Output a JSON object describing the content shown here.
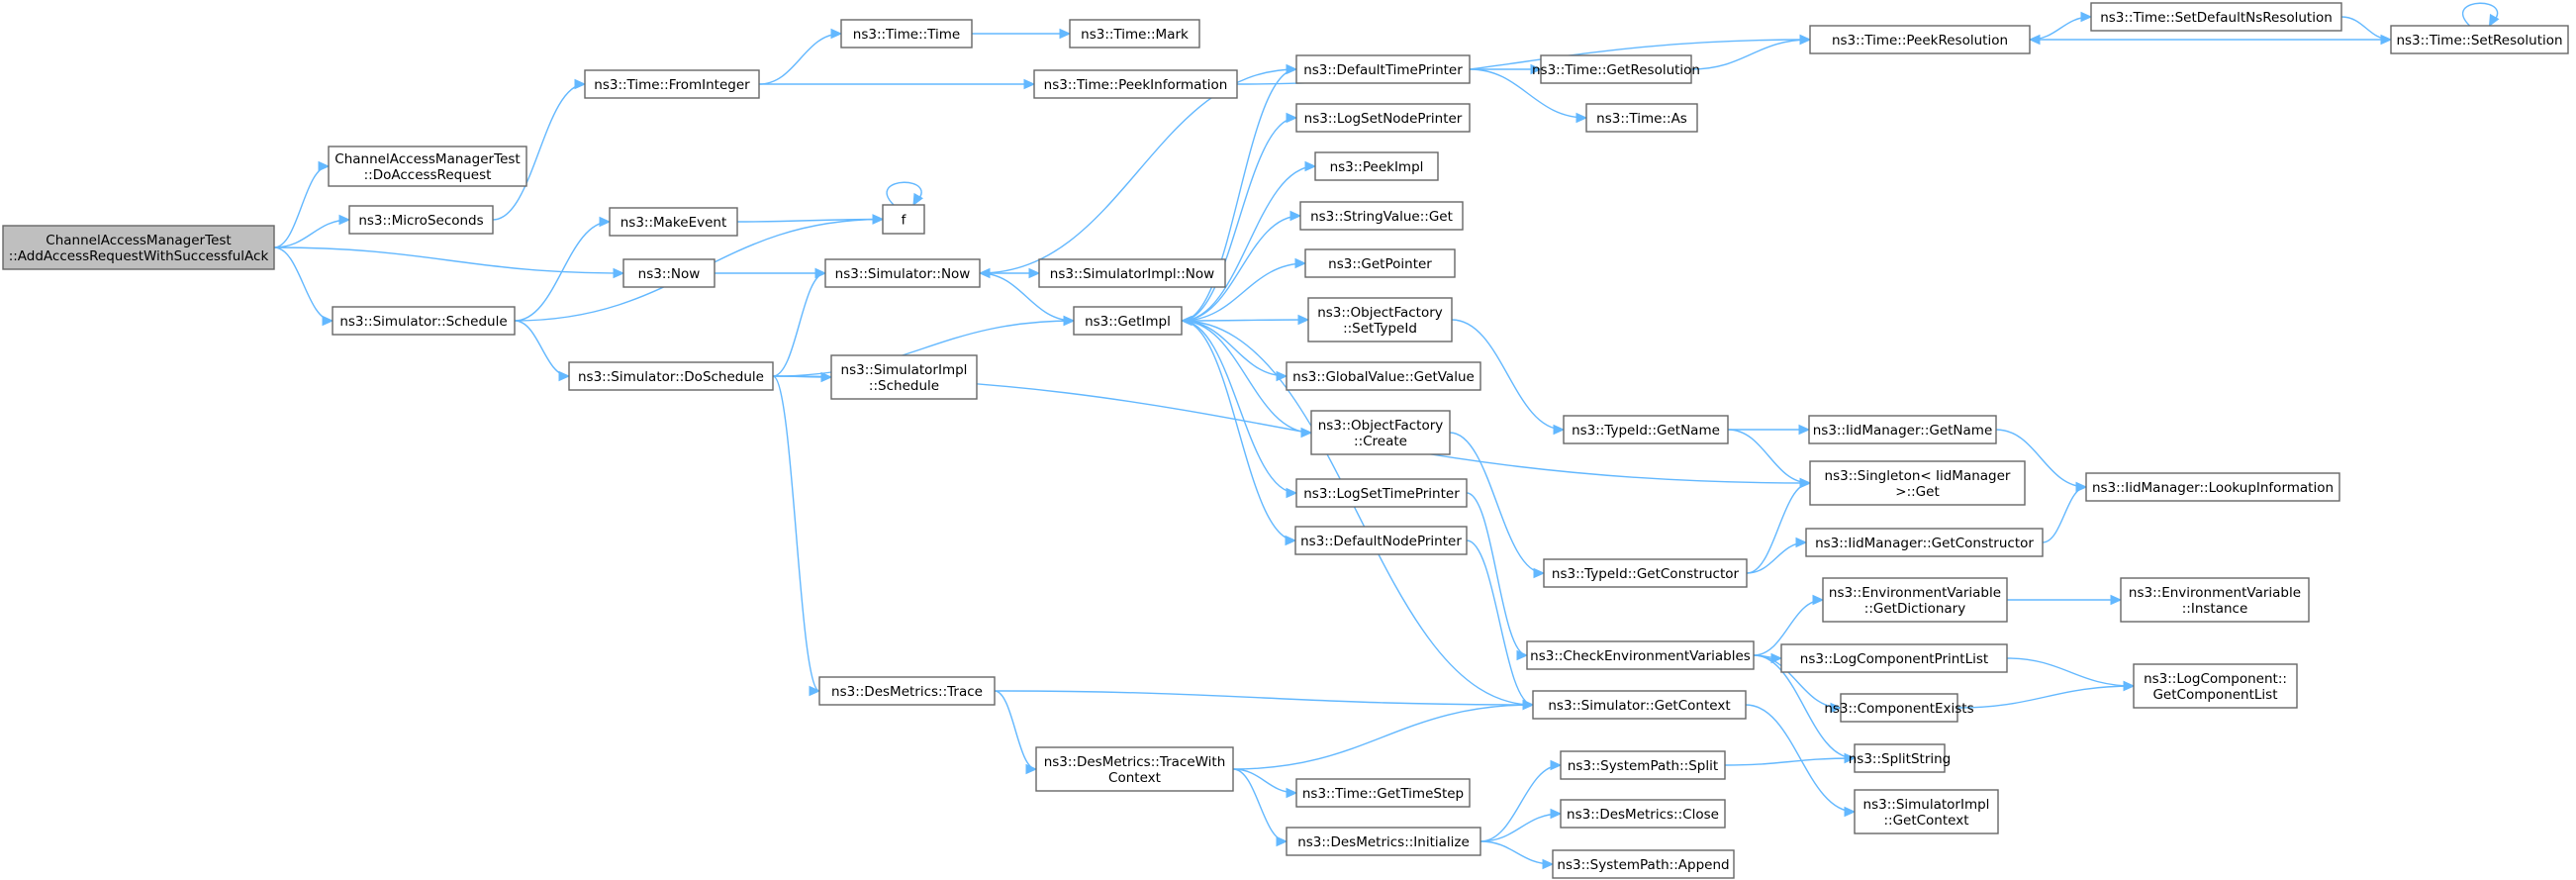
{
  "colors": {
    "edge": "#63b8ff",
    "node_border": "#666666",
    "node_fill": "#ffffff",
    "root_fill": "#bfbfbf"
  },
  "nodes": [
    {
      "id": "root",
      "lines": [
        "ChannelAccessManagerTest",
        "::AddAccessRequestWithSuccessfulAck"
      ],
      "root": true
    },
    {
      "id": "doaccess",
      "lines": [
        "ChannelAccessManagerTest",
        "::DoAccessRequest"
      ]
    },
    {
      "id": "micro",
      "lines": [
        "ns3::MicroSeconds"
      ]
    },
    {
      "id": "fromint",
      "lines": [
        "ns3::Time::FromInteger"
      ]
    },
    {
      "id": "timetime",
      "lines": [
        "ns3::Time::Time"
      ]
    },
    {
      "id": "mark",
      "lines": [
        "ns3::Time::Mark"
      ]
    },
    {
      "id": "peekinfo",
      "lines": [
        "ns3::Time::PeekInformation"
      ]
    },
    {
      "id": "peekres",
      "lines": [
        "ns3::Time::PeekResolution"
      ]
    },
    {
      "id": "setdefns",
      "lines": [
        "ns3::Time::SetDefaultNsResolution"
      ]
    },
    {
      "id": "setres",
      "lines": [
        "ns3::Time::SetResolution"
      ]
    },
    {
      "id": "deftp",
      "lines": [
        "ns3::DefaultTimePrinter"
      ]
    },
    {
      "id": "getres",
      "lines": [
        "ns3::Time::GetResolution"
      ]
    },
    {
      "id": "timeas",
      "lines": [
        "ns3::Time::As"
      ]
    },
    {
      "id": "logsnp",
      "lines": [
        "ns3::LogSetNodePrinter"
      ]
    },
    {
      "id": "makeevent",
      "lines": [
        "ns3::MakeEvent"
      ]
    },
    {
      "id": "f",
      "lines": [
        "f"
      ]
    },
    {
      "id": "peekimpl",
      "lines": [
        "ns3::PeekImpl"
      ]
    },
    {
      "id": "strget",
      "lines": [
        "ns3::StringValue::Get"
      ]
    },
    {
      "id": "now",
      "lines": [
        "ns3::Now"
      ]
    },
    {
      "id": "simnow",
      "lines": [
        "ns3::Simulator::Now"
      ]
    },
    {
      "id": "simimplnow",
      "lines": [
        "ns3::SimulatorImpl::Now"
      ]
    },
    {
      "id": "getptr",
      "lines": [
        "ns3::GetPointer"
      ]
    },
    {
      "id": "schedule",
      "lines": [
        "ns3::Simulator::Schedule"
      ]
    },
    {
      "id": "getimpl",
      "lines": [
        "ns3::GetImpl"
      ]
    },
    {
      "id": "ofsettid",
      "lines": [
        "ns3::ObjectFactory",
        "::SetTypeId"
      ]
    },
    {
      "id": "doschedule",
      "lines": [
        "ns3::Simulator::DoSchedule"
      ]
    },
    {
      "id": "simimplsched",
      "lines": [
        "ns3::SimulatorImpl",
        "::Schedule"
      ]
    },
    {
      "id": "gvget",
      "lines": [
        "ns3::GlobalValue::GetValue"
      ]
    },
    {
      "id": "ofcreate",
      "lines": [
        "ns3::ObjectFactory",
        "::Create"
      ]
    },
    {
      "id": "tidgetname",
      "lines": [
        "ns3::TypeId::GetName"
      ]
    },
    {
      "id": "iidgetname",
      "lines": [
        "ns3::IidManager::GetName"
      ]
    },
    {
      "id": "singleton",
      "lines": [
        "ns3::Singleton< IidManager",
        ">::Get"
      ]
    },
    {
      "id": "lookup",
      "lines": [
        "ns3::IidManager::LookupInformation"
      ]
    },
    {
      "id": "logstp",
      "lines": [
        "ns3::LogSetTimePrinter"
      ]
    },
    {
      "id": "defnp",
      "lines": [
        "ns3::DefaultNodePrinter"
      ]
    },
    {
      "id": "iidgetctor",
      "lines": [
        "ns3::IidManager::GetConstructor"
      ]
    },
    {
      "id": "tidgetctor",
      "lines": [
        "ns3::TypeId::GetConstructor"
      ]
    },
    {
      "id": "envdict",
      "lines": [
        "ns3::EnvironmentVariable",
        "::GetDictionary"
      ]
    },
    {
      "id": "envinst",
      "lines": [
        "ns3::EnvironmentVariable",
        "::Instance"
      ]
    },
    {
      "id": "checkenv",
      "lines": [
        "ns3::CheckEnvironmentVariables"
      ]
    },
    {
      "id": "logcpl",
      "lines": [
        "ns3::LogComponentPrintList"
      ]
    },
    {
      "id": "logcgcl",
      "lines": [
        "ns3::LogComponent::",
        "GetComponentList"
      ]
    },
    {
      "id": "desmtrace",
      "lines": [
        "ns3::DesMetrics::Trace"
      ]
    },
    {
      "id": "compexists",
      "lines": [
        "ns3::ComponentExists"
      ]
    },
    {
      "id": "simgetctx",
      "lines": [
        "ns3::Simulator::GetContext"
      ]
    },
    {
      "id": "tracewithctx",
      "lines": [
        "ns3::DesMetrics::TraceWith",
        "Context"
      ]
    },
    {
      "id": "splitstring",
      "lines": [
        "ns3::SplitString"
      ]
    },
    {
      "id": "syssplit",
      "lines": [
        "ns3::SystemPath::Split"
      ]
    },
    {
      "id": "gettimestep",
      "lines": [
        "ns3::Time::GetTimeStep"
      ]
    },
    {
      "id": "simimplgetctx",
      "lines": [
        "ns3::SimulatorImpl",
        "::GetContext"
      ]
    },
    {
      "id": "desclose",
      "lines": [
        "ns3::DesMetrics::Close"
      ]
    },
    {
      "id": "desinit",
      "lines": [
        "ns3::DesMetrics::Initialize"
      ]
    },
    {
      "id": "sysappend",
      "lines": [
        "ns3::SystemPath::Append"
      ]
    }
  ],
  "edges": [
    [
      "root",
      "doaccess"
    ],
    [
      "root",
      "micro"
    ],
    [
      "root",
      "now"
    ],
    [
      "root",
      "schedule"
    ],
    [
      "micro",
      "fromint"
    ],
    [
      "fromint",
      "timetime"
    ],
    [
      "fromint",
      "peekinfo"
    ],
    [
      "timetime",
      "mark"
    ],
    [
      "peekinfo",
      "peekres"
    ],
    [
      "peekres",
      "setdefns"
    ],
    [
      "setdefns",
      "setres"
    ],
    [
      "setres",
      "peekres"
    ],
    [
      "setres",
      "setres"
    ],
    [
      "deftp",
      "getres"
    ],
    [
      "deftp",
      "timeas"
    ],
    [
      "deftp",
      "simnow"
    ],
    [
      "getres",
      "peekres"
    ],
    [
      "makeevent",
      "f"
    ],
    [
      "f",
      "f"
    ],
    [
      "now",
      "simnow"
    ],
    [
      "simnow",
      "simimplnow"
    ],
    [
      "simnow",
      "getimpl"
    ],
    [
      "schedule",
      "makeevent"
    ],
    [
      "schedule",
      "f"
    ],
    [
      "schedule",
      "doschedule"
    ],
    [
      "doschedule",
      "simnow"
    ],
    [
      "doschedule",
      "getimpl"
    ],
    [
      "doschedule",
      "simimplsched"
    ],
    [
      "doschedule",
      "singleton"
    ],
    [
      "doschedule",
      "desmtrace"
    ],
    [
      "getimpl",
      "deftp"
    ],
    [
      "getimpl",
      "logsnp"
    ],
    [
      "getimpl",
      "peekimpl"
    ],
    [
      "getimpl",
      "strget"
    ],
    [
      "getimpl",
      "getptr"
    ],
    [
      "getimpl",
      "ofsettid"
    ],
    [
      "getimpl",
      "gvget"
    ],
    [
      "getimpl",
      "ofcreate"
    ],
    [
      "getimpl",
      "logstp"
    ],
    [
      "getimpl",
      "defnp"
    ],
    [
      "ofsettid",
      "tidgetname"
    ],
    [
      "ofcreate",
      "tidgetctor"
    ],
    [
      "tidgetname",
      "iidgetname"
    ],
    [
      "tidgetname",
      "singleton"
    ],
    [
      "iidgetname",
      "lookup"
    ],
    [
      "tidgetctor",
      "singleton"
    ],
    [
      "tidgetctor",
      "iidgetctor"
    ],
    [
      "iidgetctor",
      "lookup"
    ],
    [
      "logstp",
      "checkenv"
    ],
    [
      "defnp",
      "simgetctx"
    ],
    [
      "checkenv",
      "envdict"
    ],
    [
      "checkenv",
      "logcpl"
    ],
    [
      "checkenv",
      "compexists"
    ],
    [
      "checkenv",
      "splitstring"
    ],
    [
      "envdict",
      "envinst"
    ],
    [
      "logcpl",
      "logcgcl"
    ],
    [
      "compexists",
      "logcgcl"
    ],
    [
      "desmtrace",
      "simgetctx"
    ],
    [
      "desmtrace",
      "tracewithctx"
    ],
    [
      "simgetctx",
      "getimpl"
    ],
    [
      "simgetctx",
      "simimplgetctx"
    ],
    [
      "tracewithctx",
      "simgetctx"
    ],
    [
      "tracewithctx",
      "gettimestep"
    ],
    [
      "tracewithctx",
      "desinit"
    ],
    [
      "desinit",
      "syssplit"
    ],
    [
      "desinit",
      "desclose"
    ],
    [
      "desinit",
      "sysappend"
    ],
    [
      "syssplit",
      "splitstring"
    ]
  ]
}
